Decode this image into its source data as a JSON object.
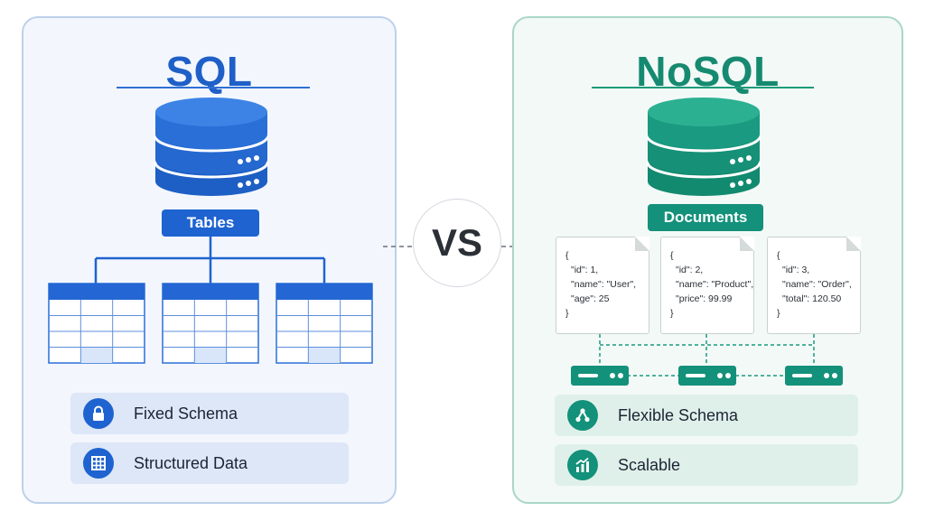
{
  "sql": {
    "title": "SQL",
    "tag": "Tables",
    "features": [
      {
        "label": "Fixed Schema",
        "icon": "lock-icon"
      },
      {
        "label": "Structured Data",
        "icon": "grid-icon"
      }
    ],
    "colors": {
      "accent": "#1e63d0",
      "panel": "#f3f7fd"
    }
  },
  "vs": "VS",
  "nosql": {
    "title": "NoSQL",
    "tag": "Documents",
    "documents": [
      {
        "open": "{",
        "lines": [
          "\"id\": 1,",
          "\"name\": \"User\",",
          "\"age\": 25"
        ],
        "close": "}"
      },
      {
        "open": "{",
        "lines": [
          "\"id\": 2,",
          "\"name\": \"Product\",",
          "\"price\": 99.99"
        ],
        "close": "}"
      },
      {
        "open": "{",
        "lines": [
          "\"id\": 3,",
          "\"name\": \"Order\",",
          "\"total\": 120.50"
        ],
        "close": "}"
      }
    ],
    "features": [
      {
        "label": "Flexible Schema",
        "icon": "network-icon"
      },
      {
        "label": "Scalable",
        "icon": "growth-chart-icon"
      }
    ],
    "colors": {
      "accent": "#13917a",
      "panel": "#f3f9f7"
    }
  }
}
